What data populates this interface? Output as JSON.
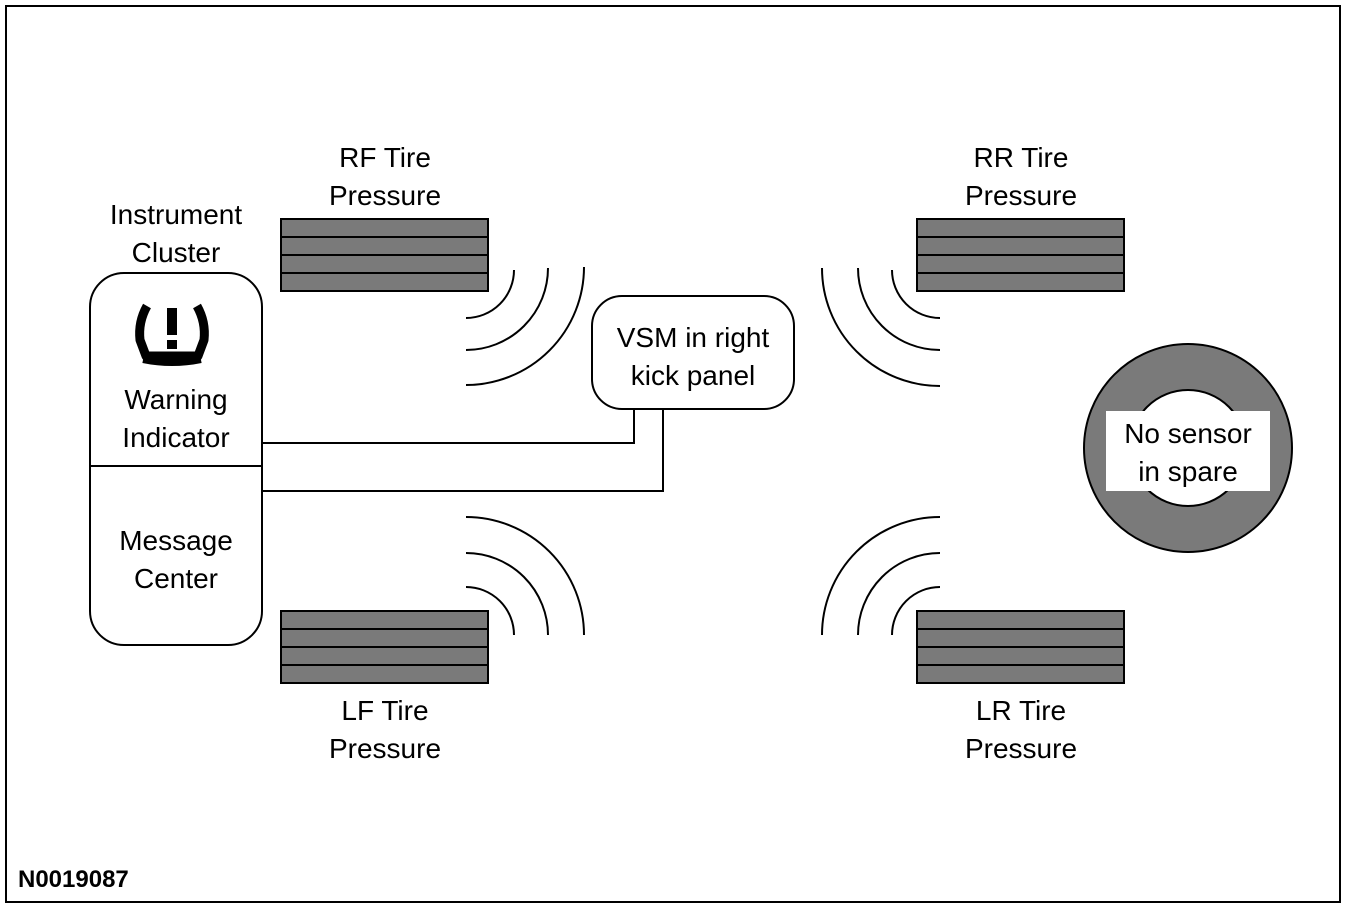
{
  "figure_id": "N0019087",
  "colors": {
    "tire_fill": "#7a7a7a",
    "spare_fill": "#7a7a7a",
    "line": "#000000",
    "background": "#ffffff"
  },
  "icons": {
    "warning_indicator": "tire-pressure-warning-icon"
  },
  "instrument_cluster": {
    "title_line1": "Instrument",
    "title_line2": "Cluster",
    "warning_line1": "Warning",
    "warning_line2": "Indicator",
    "message_line1": "Message",
    "message_line2": "Center"
  },
  "vsm": {
    "line1": "VSM in right",
    "line2": "kick panel"
  },
  "tires": {
    "rf": {
      "line1": "RF Tire",
      "line2": "Pressure"
    },
    "rr": {
      "line1": "RR Tire",
      "line2": "Pressure"
    },
    "lf": {
      "line1": "LF Tire",
      "line2": "Pressure"
    },
    "lr": {
      "line1": "LR Tire",
      "line2": "Pressure"
    }
  },
  "spare": {
    "line1": "No sensor",
    "line2": "in spare"
  }
}
